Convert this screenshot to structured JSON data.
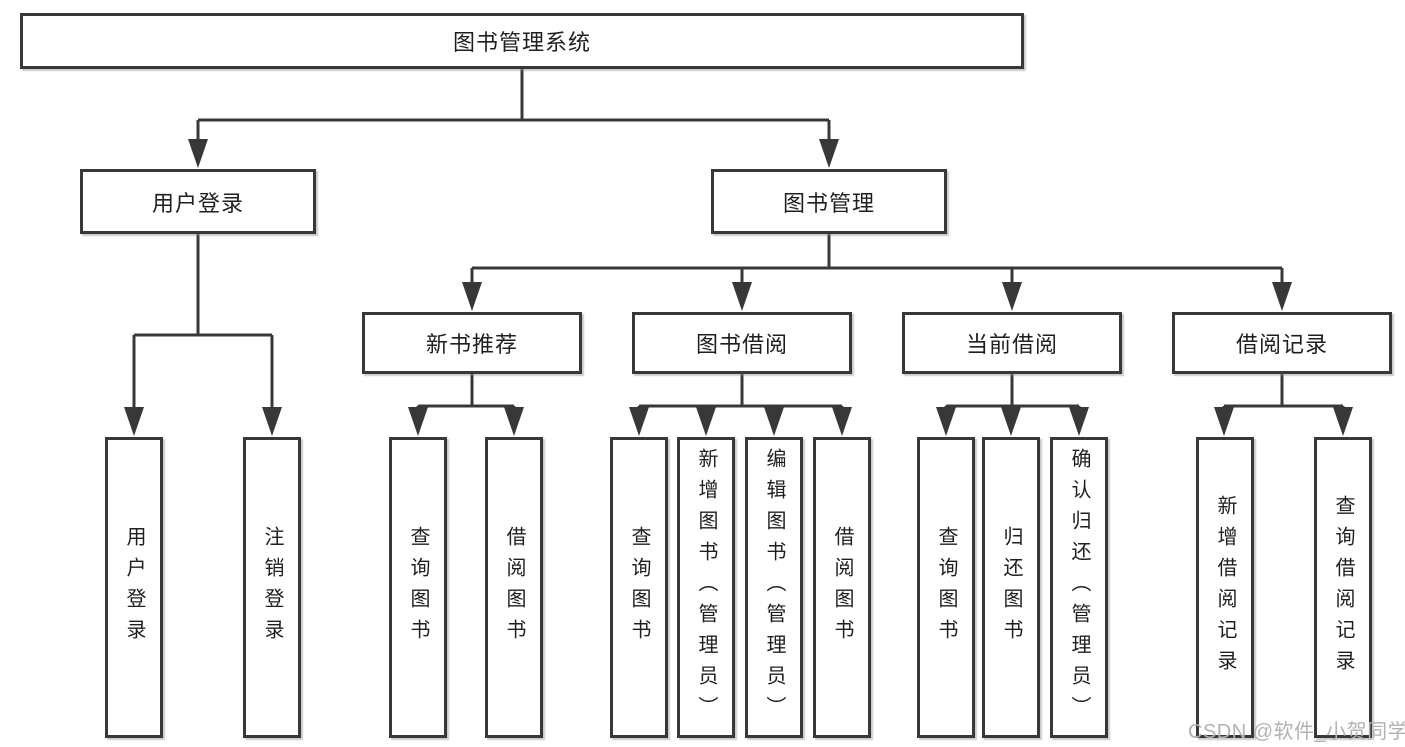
{
  "tree": {
    "root": "图书管理系统",
    "branches": [
      {
        "label": "用户登录",
        "children": [
          "用户登录",
          "注销登录"
        ]
      },
      {
        "label": "图书管理",
        "groups": [
          {
            "label": "新书推荐",
            "children": [
              "查询图书",
              "借阅图书"
            ]
          },
          {
            "label": "图书借阅",
            "children": [
              "查询图书",
              "新增图书（管理员）",
              "编辑图书（管理员）",
              "借阅图书"
            ]
          },
          {
            "label": "当前借阅",
            "children": [
              "查询图书",
              "归还图书",
              "确认归还（管理员）"
            ]
          },
          {
            "label": "借阅记录",
            "children": [
              "新增借阅记录",
              "查询借阅记录"
            ]
          }
        ]
      }
    ]
  },
  "watermark": "CSDN @软件_小贺同学",
  "colors": {
    "line": "#383838",
    "box_border": "#383838",
    "box_fill": "#ffffff",
    "text": "#1f1f1f",
    "watermark": "#b2b2b2"
  }
}
